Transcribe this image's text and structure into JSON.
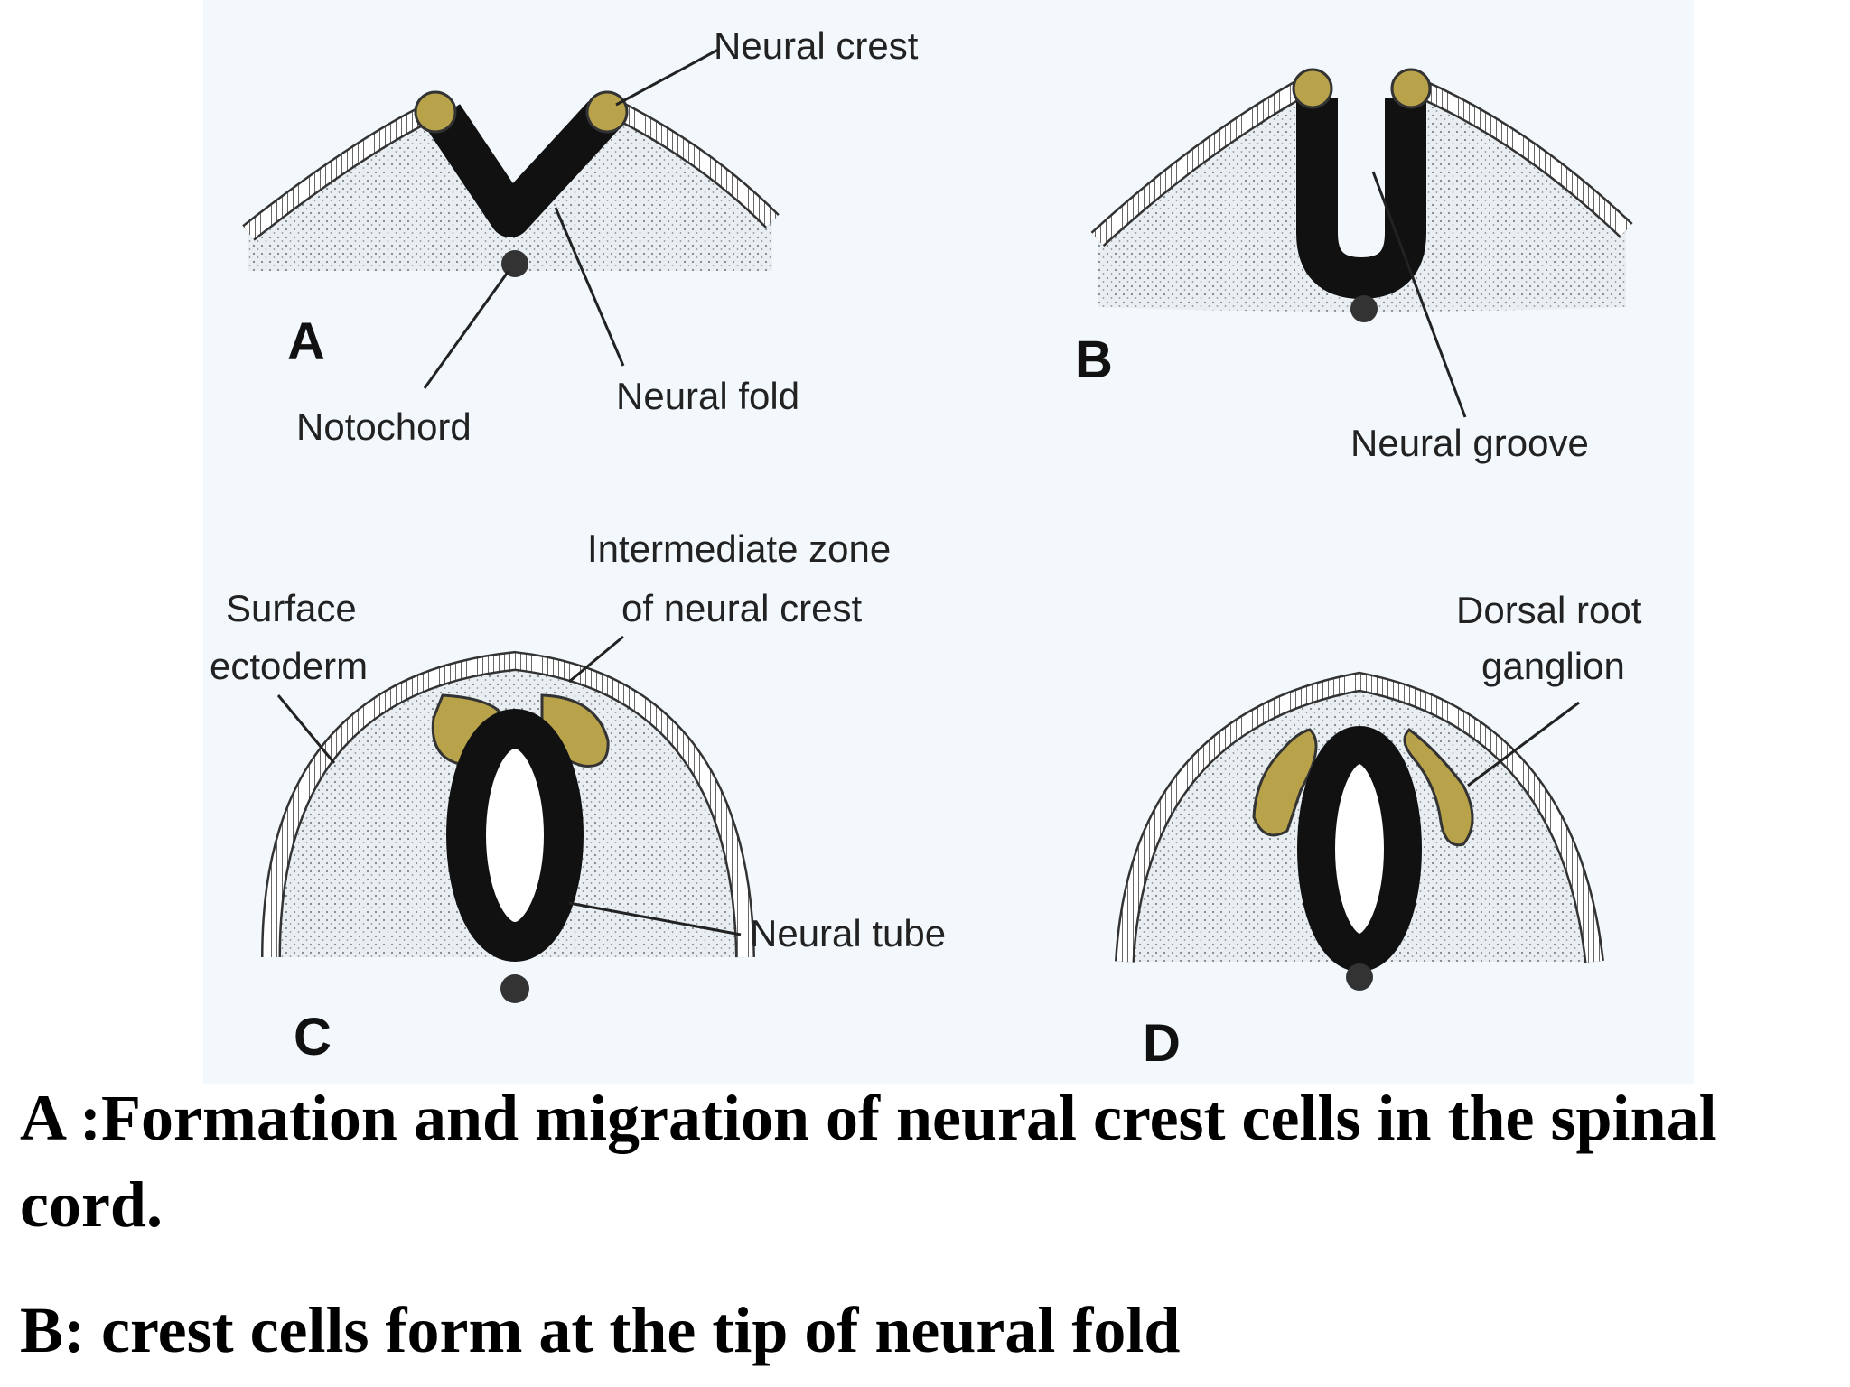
{
  "diagram": {
    "panels": [
      {
        "letter": "A"
      },
      {
        "letter": "B"
      },
      {
        "letter": "C"
      },
      {
        "letter": "D"
      }
    ],
    "labels": {
      "neural_crest": "Neural crest",
      "notochord": "Notochord",
      "neural_fold": "Neural fold",
      "neural_groove": "Neural groove",
      "intermediate_zone_line1": "Intermediate zone",
      "intermediate_zone_line2": "of neural crest",
      "surface_ectoderm_line1": "Surface",
      "surface_ectoderm_line2": "ectoderm",
      "neural_tube": "Neural tube",
      "dorsal_root_line1": "Dorsal root",
      "dorsal_root_line2": "ganglion"
    },
    "colors": {
      "background": "#f2f8fc",
      "neural_plate": "#111111",
      "crest_cells": "#b8a24a",
      "mesoderm": "#e4eaee"
    }
  },
  "captions": {
    "a": "A :Formation and migration of  neural crest cells in the spinal cord.",
    "b": "B: crest cells form at the tip of neural fold"
  }
}
